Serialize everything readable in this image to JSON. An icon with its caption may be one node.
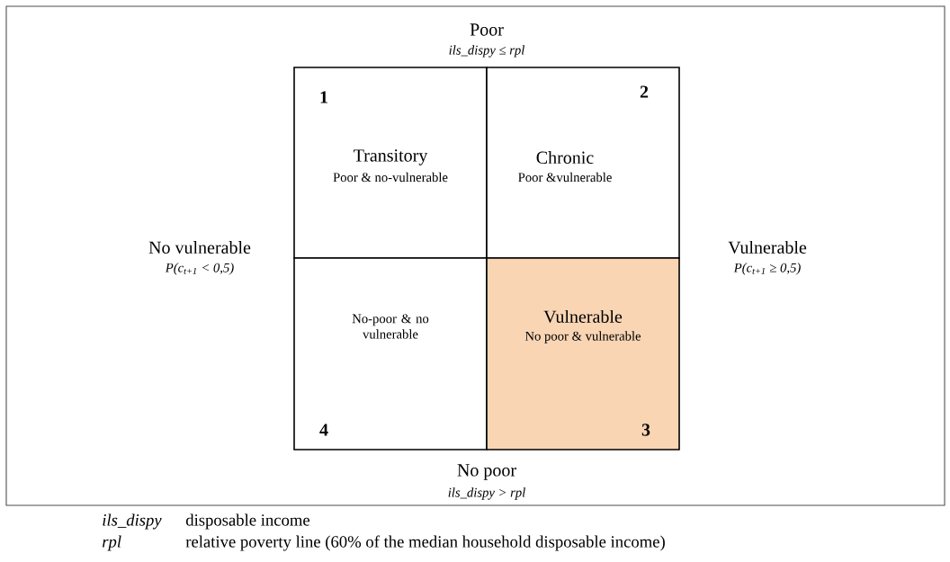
{
  "diagram": {
    "nodes": [
      {
        "text": [
          "1",
          "Transitory",
          "Poor & no-vulnerable"
        ]
      },
      {
        "text": [
          "2",
          "Chronic",
          "Poor &vulnerable"
        ]
      },
      {
        "text": [
          "No-poor & no vulnerable",
          "4"
        ]
      },
      {
        "text": [
          "Vulnerable",
          "No poor & vulnerable",
          "3"
        ]
      }
    ],
    "labels": [
      "Poor",
      "ils_dispy ≤ rpl",
      "No vulnerable",
      "P(c$_{t+1}$ < 0,5)",
      "Vulnerable",
      "P(c$_{t+1}$ ≥ 0,5)",
      "No poor",
      "ils_dispy > rpl",
      "ils_dispy",
      "disposable income",
      "rpl",
      "relative poverty line (60% of the median household disposable income)"
    ]
  }
}
